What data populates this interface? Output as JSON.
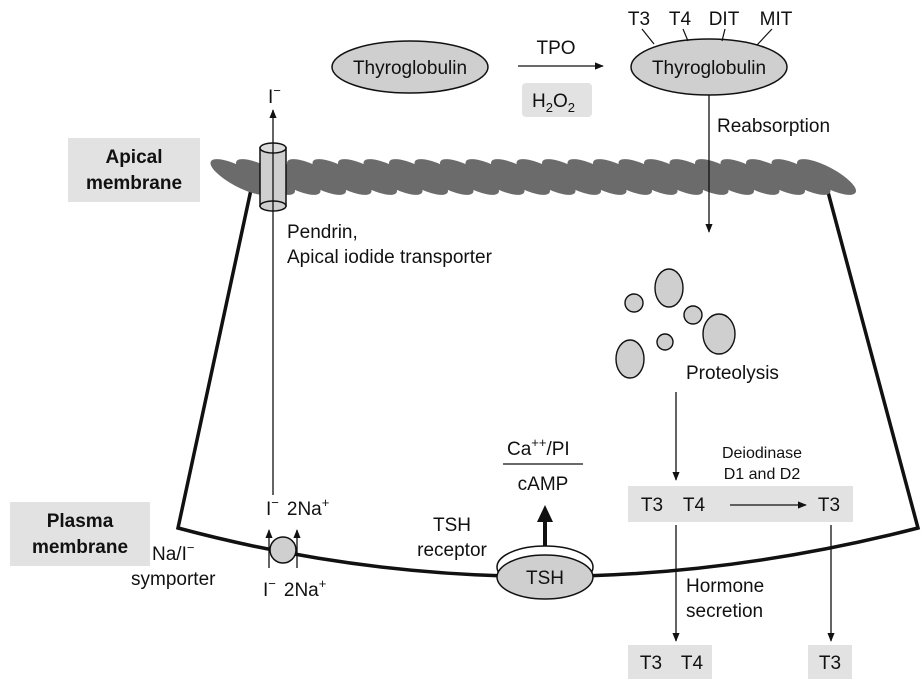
{
  "labels": {
    "apical_membrane": [
      "Apical",
      "membrane"
    ],
    "plasma_membrane": [
      "Plasma",
      "membrane"
    ],
    "iodide_top": "I",
    "iodide_top_sup": "−",
    "thyroglobulin_left": "Thyroglobulin",
    "thyroglobulin_right": "Thyroglobulin",
    "tpo": "TPO",
    "h2o2": {
      "h": "H",
      "sub1": "2",
      "o": "O",
      "sub2": "2"
    },
    "iodinated_residues": [
      "T3",
      "T4",
      "DIT",
      "MIT"
    ],
    "reabsorption": "Reabsorption",
    "pendrin": [
      "Pendrin,",
      "Apical iodide transporter"
    ],
    "proteolysis": "Proteolysis",
    "camp_numerator": {
      "base": "Ca",
      "sup": "++",
      "tail": "/PI"
    },
    "camp_denominator": "cAMP",
    "deiodinase": [
      "Deiodinase",
      "D1 and D2"
    ],
    "t3_t4_box": [
      "T3",
      "T4"
    ],
    "t3_box": "T3",
    "tsh_receptor": [
      "TSH",
      "receptor"
    ],
    "tsh": "TSH",
    "symporter_top": {
      "i": "I",
      "i_sup": "−",
      "na": "2Na",
      "na_sup": "+"
    },
    "symporter_bottom": {
      "i": "I",
      "i_sup": "−",
      "na": "2Na",
      "na_sup": "+"
    },
    "symporter_name": {
      "line1": "Na/I",
      "line1_sup": "−",
      "line2": "symporter"
    },
    "hormone_secretion": [
      "Hormone",
      "secretion"
    ],
    "secreted_t3_t4": [
      "T3",
      "T4"
    ],
    "secreted_t3": "T3"
  },
  "colors": {
    "membrane_stripe": "#6b6b6b",
    "label_box": "#e2e2e2",
    "ellipse_fill": "#cfcfcf",
    "line": "#111111"
  }
}
